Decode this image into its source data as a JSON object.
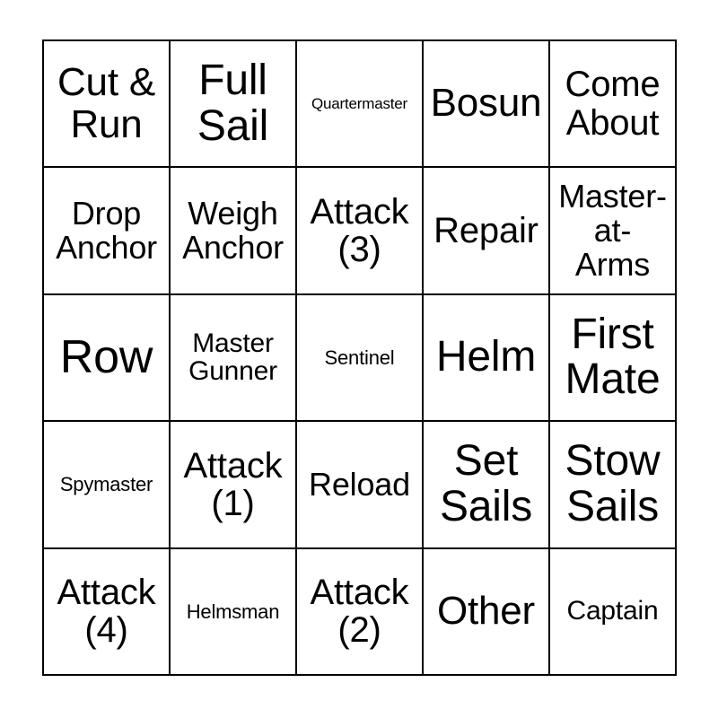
{
  "card": {
    "type": "bingo-card",
    "grid_size": "5x5",
    "theme": "pirate-ship-roles-and-actions",
    "border_color": "#000000",
    "background_color": "#ffffff",
    "text_color": "#000000",
    "rows": [
      [
        {
          "text": "Cut &\nRun",
          "size": "fs-l"
        },
        {
          "text": "Full\nSail",
          "size": "fs-xl"
        },
        {
          "text": "Quartermaster",
          "size": "fs-xxs"
        },
        {
          "text": "Bosun",
          "size": "fs-l"
        },
        {
          "text": "Come\nAbout",
          "size": "fs-m"
        }
      ],
      [
        {
          "text": "Drop\nAnchor",
          "size": "fs-sm"
        },
        {
          "text": "Weigh\nAnchor",
          "size": "fs-sm"
        },
        {
          "text": "Attack\n(3)",
          "size": "fs-m"
        },
        {
          "text": "Repair",
          "size": "fs-m"
        },
        {
          "text": "Master-\nat-\nArms",
          "size": "fs-sm"
        }
      ],
      [
        {
          "text": "Row",
          "size": "fs-xxl"
        },
        {
          "text": "Master\nGunner",
          "size": "fs-s"
        },
        {
          "text": "Sentinel",
          "size": "fs-xs"
        },
        {
          "text": "Helm",
          "size": "fs-xl"
        },
        {
          "text": "First\nMate",
          "size": "fs-xl"
        }
      ],
      [
        {
          "text": "Spymaster",
          "size": "fs-xs"
        },
        {
          "text": "Attack\n(1)",
          "size": "fs-m"
        },
        {
          "text": "Reload",
          "size": "fs-sm"
        },
        {
          "text": "Set\nSails",
          "size": "fs-xl"
        },
        {
          "text": "Stow\nSails",
          "size": "fs-xl"
        }
      ],
      [
        {
          "text": "Attack\n(4)",
          "size": "fs-m"
        },
        {
          "text": "Helmsman",
          "size": "fs-xs"
        },
        {
          "text": "Attack\n(2)",
          "size": "fs-m"
        },
        {
          "text": "Other",
          "size": "fs-l"
        },
        {
          "text": "Captain",
          "size": "fs-s"
        }
      ]
    ]
  }
}
